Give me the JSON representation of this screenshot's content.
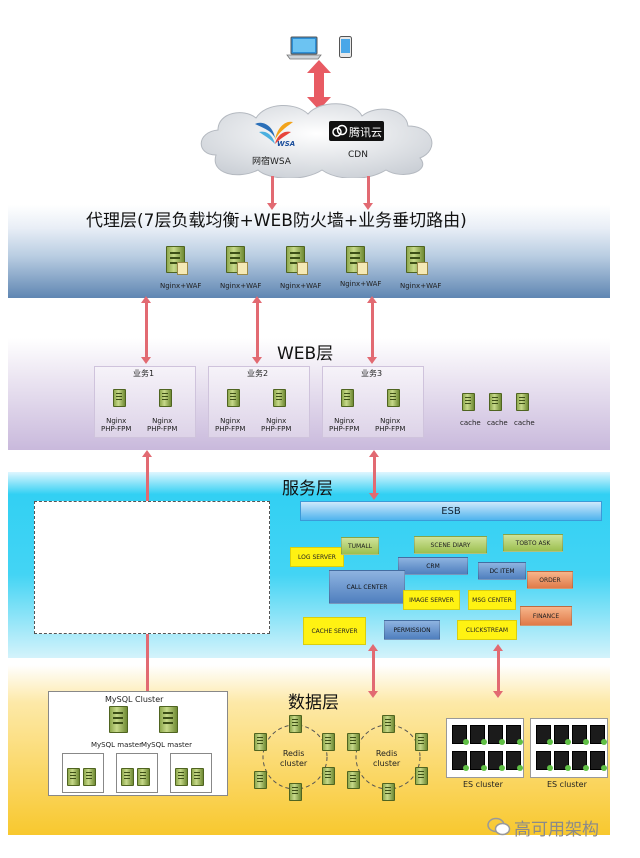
{
  "top": {
    "devices": [
      "laptop-icon",
      "phone-icon"
    ],
    "cloud_left_label": "网宿WSA",
    "cloud_left_logo_text": "WSA",
    "cloud_right_logo_text": "腾讯云",
    "cloud_right_label": "CDN"
  },
  "proxy_layer": {
    "title": "代理层(7层负载均衡+WEB防火墙+业务垂切路由)",
    "nodes": [
      "Nginx+WAF",
      "Nginx+WAF",
      "Nginx+WAF",
      "Nginx+WAF",
      "Nginx+WAF"
    ]
  },
  "web_layer": {
    "title": "WEB层",
    "groups": [
      {
        "title": "业务1",
        "nodes": [
          "Nginx\nPHP-FPM",
          "Nginx\nPHP-FPM"
        ]
      },
      {
        "title": "业务2",
        "nodes": [
          "Nginx\nPHP-FPM",
          "Nginx\nPHP-FPM"
        ]
      },
      {
        "title": "业务3",
        "nodes": [
          "Nginx\nPHP-FPM",
          "Nginx\nPHP-FPM"
        ]
      }
    ],
    "caches": [
      "cache",
      "cache",
      "cache"
    ]
  },
  "service_layer": {
    "title": "服务层",
    "esb": "ESB",
    "services": {
      "log_server": "LOG SERVER",
      "tumall": "TUMALL",
      "scene_diary": "SCENE DIARY",
      "tobto_ask": "TOBTO ASK",
      "crm": "CRM",
      "dc_item": "DC ITEM",
      "order": "ORDER",
      "call_center": "CALL CENTER",
      "image_server": "IMAGE SERVER",
      "msg_center": "MSG CENTER",
      "finance": "FINANCE",
      "cache_server": "CACHE SERVER",
      "permission": "PERMISSION",
      "clickstream": "CLICKSTREAM"
    }
  },
  "data_layer": {
    "title": "数据层",
    "mysql_title": "MySQL Cluster",
    "mysql_masters": [
      "MySQL master",
      "MySQL master"
    ],
    "redis": [
      "Redis\ncluster",
      "Redis\ncluster"
    ],
    "es": [
      "ES cluster",
      "ES cluster"
    ]
  },
  "watermark": "高可用架构"
}
